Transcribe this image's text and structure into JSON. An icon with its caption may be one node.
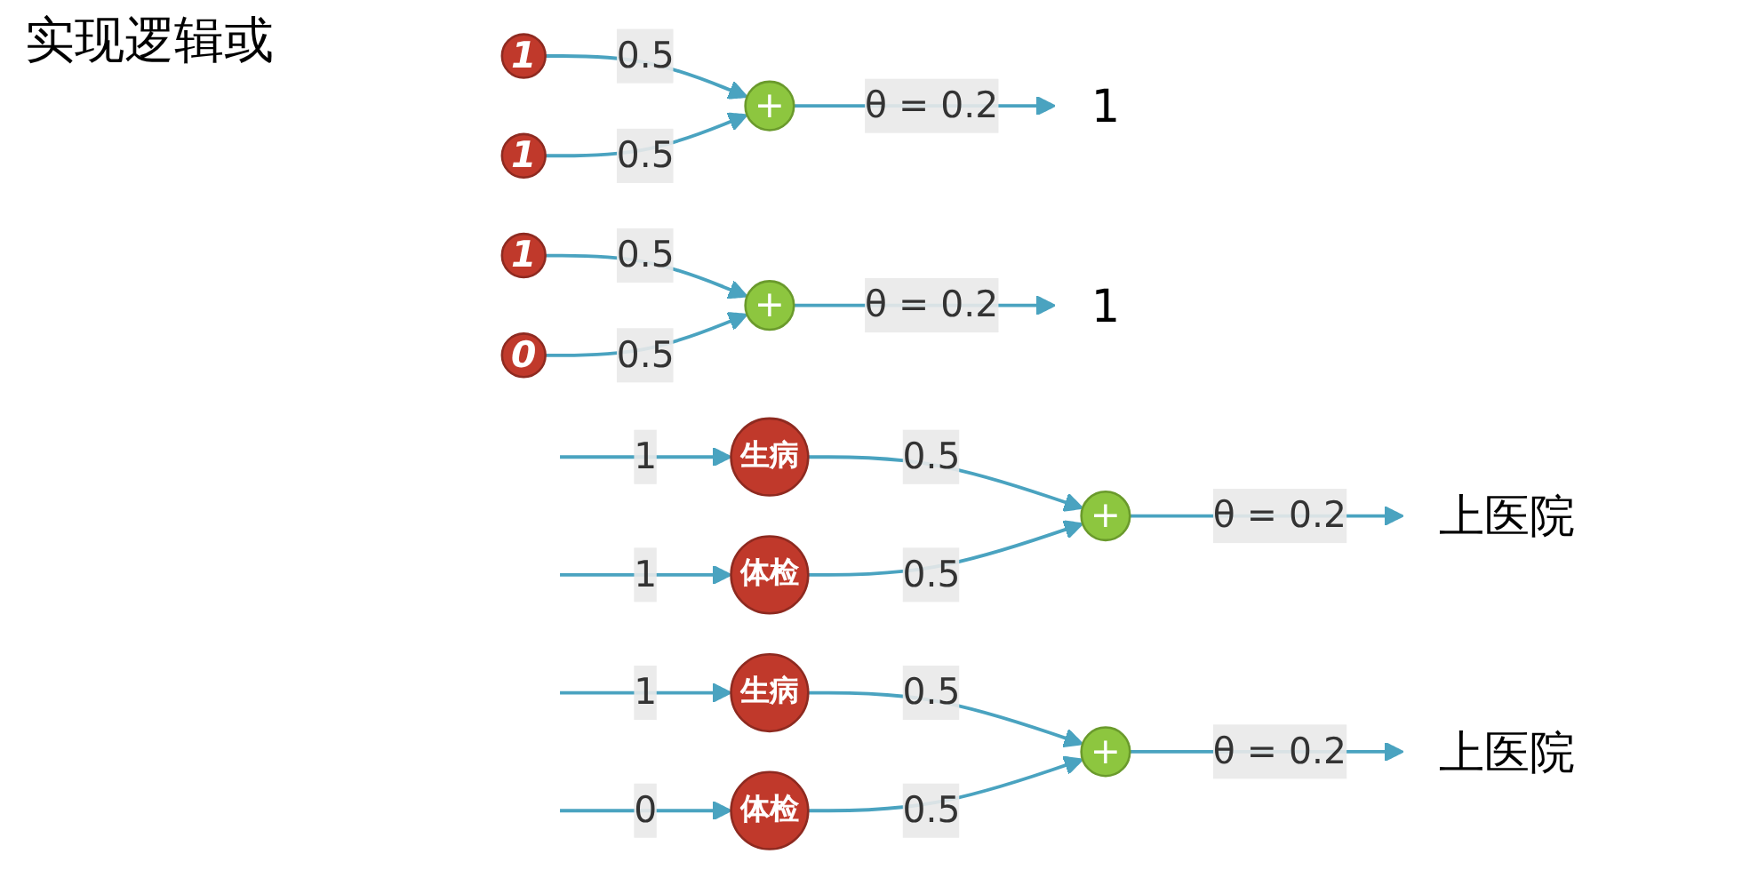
{
  "diagram": {
    "title": "实现逻辑或",
    "nodes": [
      {
        "text": [
          "1"
        ]
      },
      {
        "text": [
          "1"
        ]
      },
      {
        "text": [
          "+"
        ]
      },
      {
        "text": [
          "1"
        ]
      },
      {
        "text": [
          "1"
        ]
      },
      {
        "text": [
          "0"
        ]
      },
      {
        "text": [
          "+"
        ]
      },
      {
        "text": [
          "1"
        ]
      },
      {
        "text": [
          "生病"
        ]
      },
      {
        "text": [
          "体检"
        ]
      },
      {
        "text": [
          "+"
        ]
      },
      {
        "text": [
          "上医院"
        ]
      },
      {
        "text": [
          "生病"
        ]
      },
      {
        "text": [
          "体检"
        ]
      },
      {
        "text": [
          "+"
        ]
      },
      {
        "text": [
          "上医院"
        ]
      }
    ],
    "edges": [
      {
        "from": 0,
        "to": 2,
        "arrow": "to",
        "label": "0.5"
      },
      {
        "from": 1,
        "to": 2,
        "arrow": "to",
        "label": "0.5"
      },
      {
        "from": 2,
        "to": 3,
        "arrow": "to",
        "label": "θ = 0.2"
      },
      {
        "from": 4,
        "to": 6,
        "arrow": "to",
        "label": "0.5"
      },
      {
        "from": 5,
        "to": 6,
        "arrow": "to",
        "label": "0.5"
      },
      {
        "from": 6,
        "to": 7,
        "arrow": "to",
        "label": "θ = 0.2"
      },
      {
        "from": null,
        "to": 8,
        "arrow": "to",
        "label": "1"
      },
      {
        "from": null,
        "to": 9,
        "arrow": "to",
        "label": "1"
      },
      {
        "from": 8,
        "to": 10,
        "arrow": "to",
        "label": "0.5"
      },
      {
        "from": 9,
        "to": 10,
        "arrow": "to",
        "label": "0.5"
      },
      {
        "from": 10,
        "to": 11,
        "arrow": "to",
        "label": "θ = 0.2"
      },
      {
        "from": null,
        "to": 12,
        "arrow": "to",
        "label": "1"
      },
      {
        "from": null,
        "to": 13,
        "arrow": "to",
        "label": "0"
      },
      {
        "from": 12,
        "to": 14,
        "arrow": "to",
        "label": "0.5"
      },
      {
        "from": 13,
        "to": 14,
        "arrow": "to",
        "label": "0.5"
      },
      {
        "from": 14,
        "to": 15,
        "arrow": "to",
        "label": "θ = 0.2"
      }
    ]
  }
}
